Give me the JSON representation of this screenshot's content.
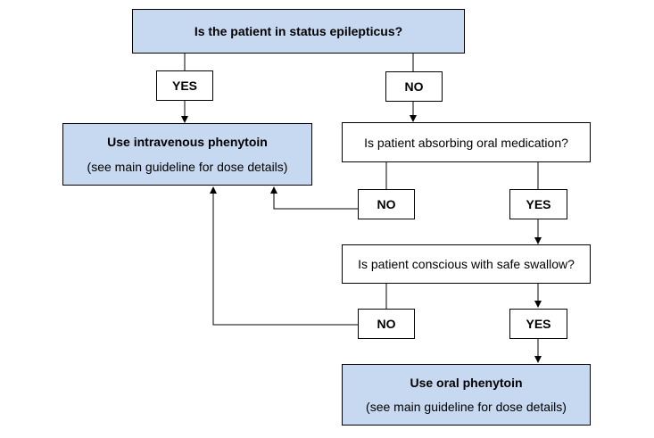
{
  "diagram": {
    "q_status": "Is the patient in status epilepticus?",
    "yes_1": "YES",
    "no_1": "NO",
    "iv_title": "Use intravenous phenytoin",
    "iv_note": "(see main guideline for dose details)",
    "q_oral": "Is patient absorbing oral medication?",
    "no_2": "NO",
    "yes_2": "YES",
    "q_swallow": "Is patient conscious with safe swallow?",
    "no_3": "NO",
    "yes_3": "YES",
    "oral_title": "Use oral phenytoin",
    "oral_note": "(see main guideline for dose details)"
  },
  "colors": {
    "box_fill_highlight": "#c6d9f1",
    "box_fill_plain": "#ffffff",
    "line": "#000000"
  }
}
